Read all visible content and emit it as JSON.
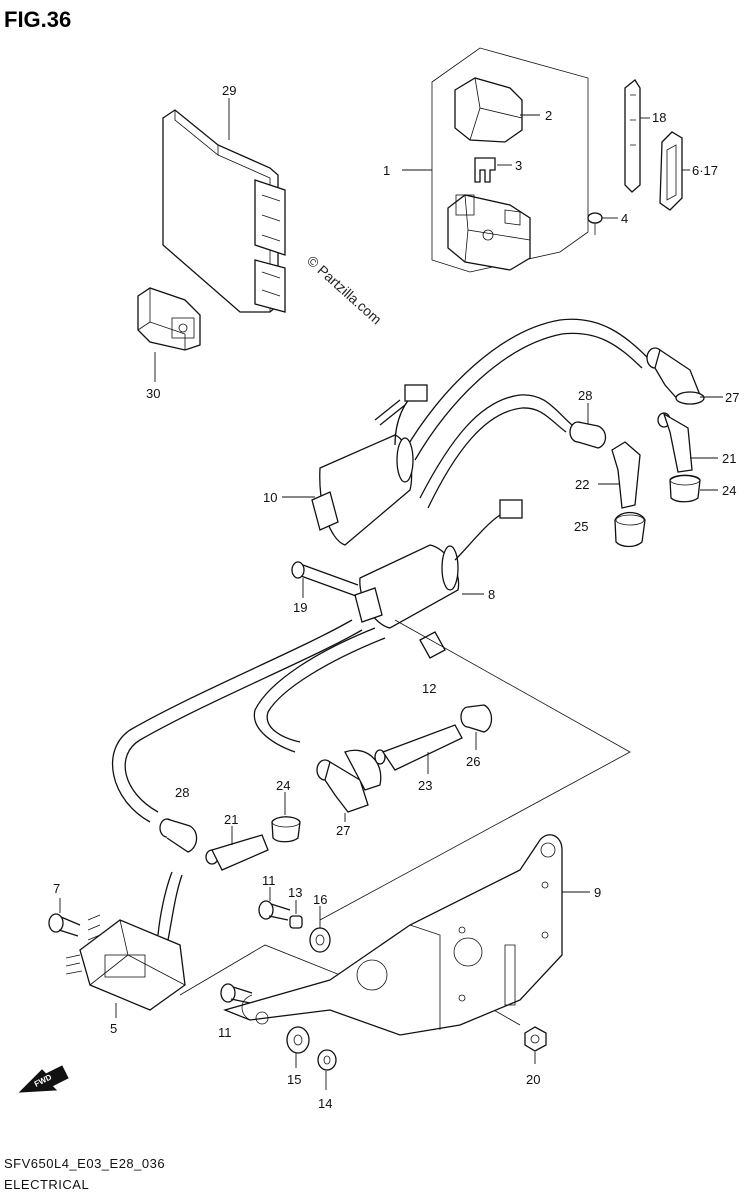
{
  "header": {
    "title": "FIG.36"
  },
  "watermark": "© Partzilla.com",
  "footer": {
    "code": "SFV650L4_E03_E28_036",
    "section": "ELECTRICAL"
  },
  "direction_arrow": {
    "label": "FWD"
  },
  "callouts": {
    "c29": "29",
    "c2": "2",
    "c3": "3",
    "c1": "1",
    "c4": "4",
    "c18": "18",
    "c6_17": "6·17",
    "c30": "30",
    "c27a": "27",
    "c28a": "28",
    "c21a": "21",
    "c22": "22",
    "c24a": "24",
    "c25": "25",
    "c10": "10",
    "c8": "8",
    "c19": "19",
    "c12": "12",
    "c26": "26",
    "c23": "23",
    "c28b": "28",
    "c24b": "24",
    "c21b": "21",
    "c27b": "27",
    "c9": "9",
    "c7": "7",
    "c11a": "11",
    "c13": "13",
    "c16": "16",
    "c5": "5",
    "c11b": "11",
    "c15": "15",
    "c14": "14",
    "c20": "20"
  }
}
